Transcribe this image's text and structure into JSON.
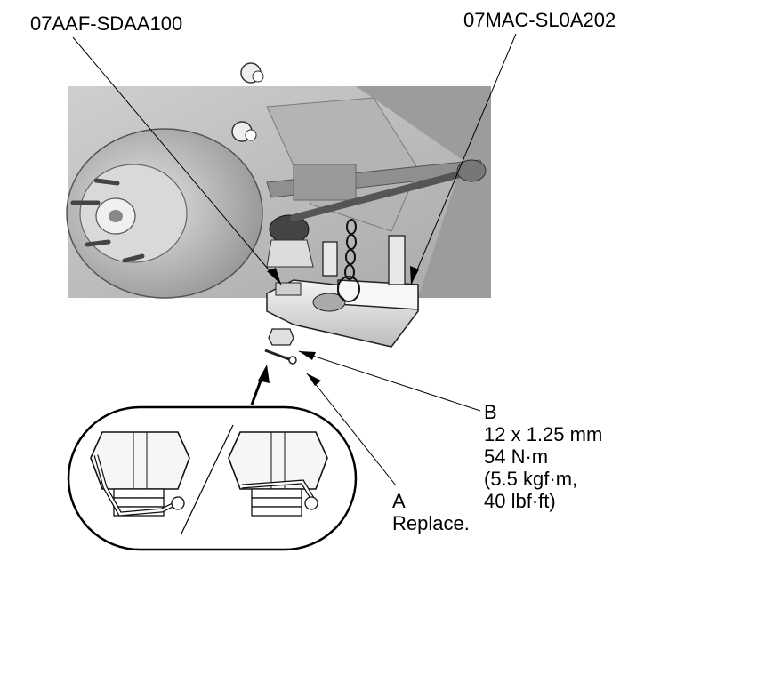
{
  "tools": {
    "ball_joint_remover": "07AAF-SDAA100",
    "tie_rod_remover": "07MAC-SL0A202"
  },
  "callout_b": {
    "letter": "B",
    "spec": "12 x 1.25 mm",
    "torque_nm": "54 N·m",
    "torque_kgf": "(5.5 kgf·m,",
    "torque_lbf": "40 lbf·ft)"
  },
  "callout_a": {
    "letter": "A",
    "note": "Replace."
  },
  "colors": {
    "photo_background": "#bdbdbd",
    "line": "#000000"
  }
}
